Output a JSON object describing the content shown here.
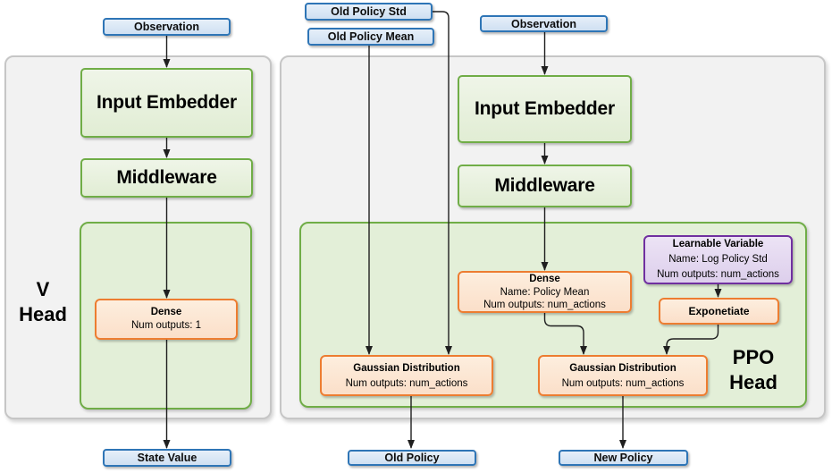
{
  "v_head": {
    "title_line1": "V",
    "title_line2": "Head",
    "nodes": {
      "observation": "Observation",
      "input_embedder": "Input Embedder",
      "middleware": "Middleware",
      "dense": {
        "title": "Dense",
        "outputs": "Num outputs: 1"
      },
      "state_value": "State Value"
    }
  },
  "ppo_head": {
    "title_line1": "PPO",
    "title_line2": "Head",
    "inputs": {
      "old_policy_std": "Old Policy Std",
      "old_policy_mean": "Old Policy Mean",
      "observation": "Observation"
    },
    "nodes": {
      "input_embedder": "Input Embedder",
      "middleware": "Middleware",
      "dense": {
        "title": "Dense",
        "name": "Name: Policy Mean",
        "outputs": "Num outputs: num_actions"
      },
      "learnable_variable": {
        "title": "Learnable Variable",
        "name": "Name: Log Policy Std",
        "outputs": "Num outputs: num_actions"
      },
      "exponetiate": "Exponetiate",
      "gaussian_old": {
        "title": "Gaussian Distribution",
        "outputs": "Num outputs: num_actions"
      },
      "gaussian_new": {
        "title": "Gaussian Distribution",
        "outputs": "Num outputs: num_actions"
      }
    },
    "outputs": {
      "old_policy": "Old Policy",
      "new_policy": "New Policy"
    }
  },
  "colors": {
    "input_output_blue_border": "#2e75b6",
    "input_output_blue_fill": "#dbe8f6",
    "module_green_border": "#70ad47",
    "module_green_fill": "#e8f1e0",
    "layer_orange_border": "#ed7d31",
    "layer_orange_fill": "#fce6d5",
    "variable_purple_border": "#7030a0",
    "variable_purple_fill": "#e6dcf2",
    "panel_gray_fill": "#f2f2f2",
    "arrow_color": "#1f1f1f"
  }
}
